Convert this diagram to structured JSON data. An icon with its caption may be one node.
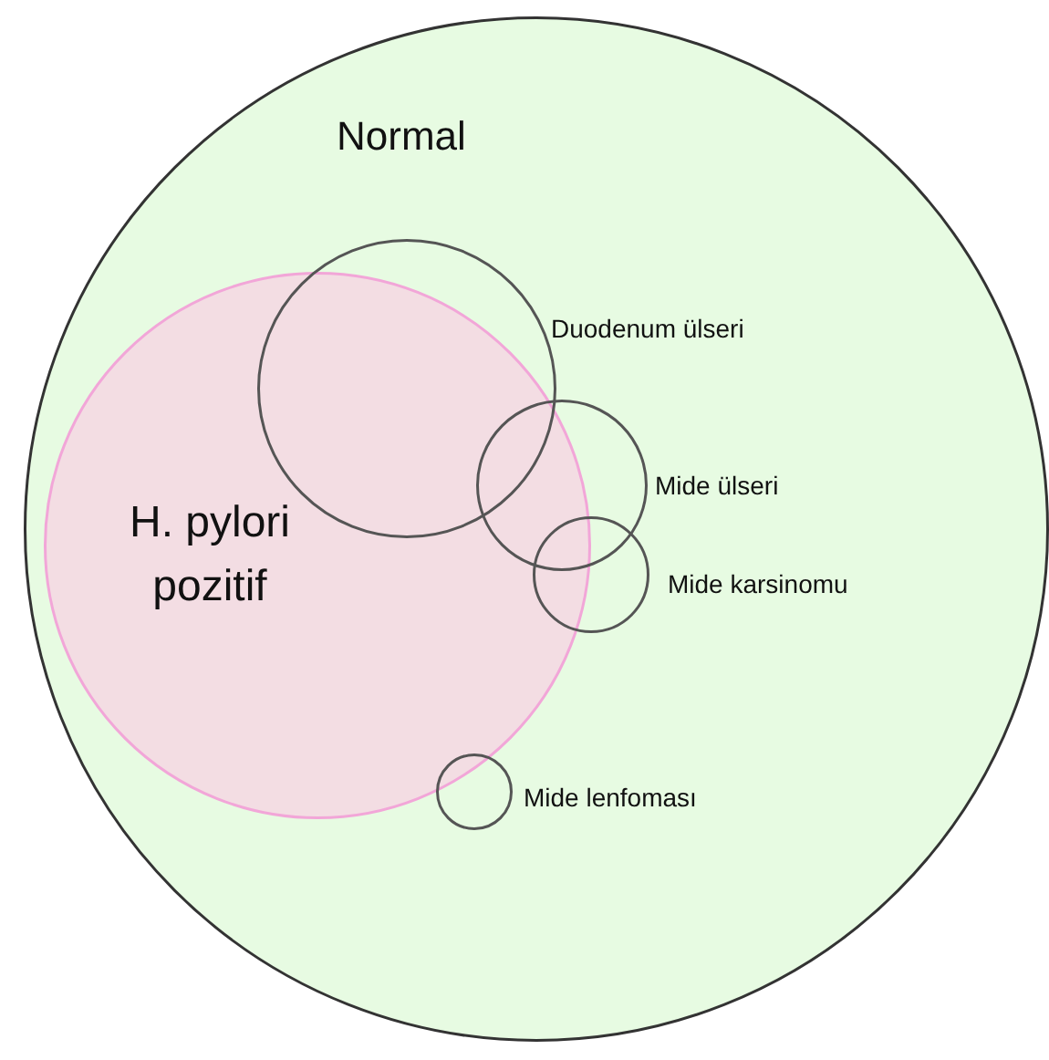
{
  "diagram": {
    "nodes": [
      {
        "text": [
          "Normal"
        ]
      },
      {
        "text": [
          "H. pylori pozitif"
        ],
        "in": 0
      },
      {
        "text": [
          "Duodenum ülseri"
        ],
        "in": 0
      },
      {
        "text": [
          "Mide ülseri"
        ],
        "in": 0
      },
      {
        "text": [
          "Mide karsinomu"
        ],
        "in": 0
      },
      {
        "text": [
          "Mide lenfoması"
        ],
        "in": 0
      }
    ]
  }
}
